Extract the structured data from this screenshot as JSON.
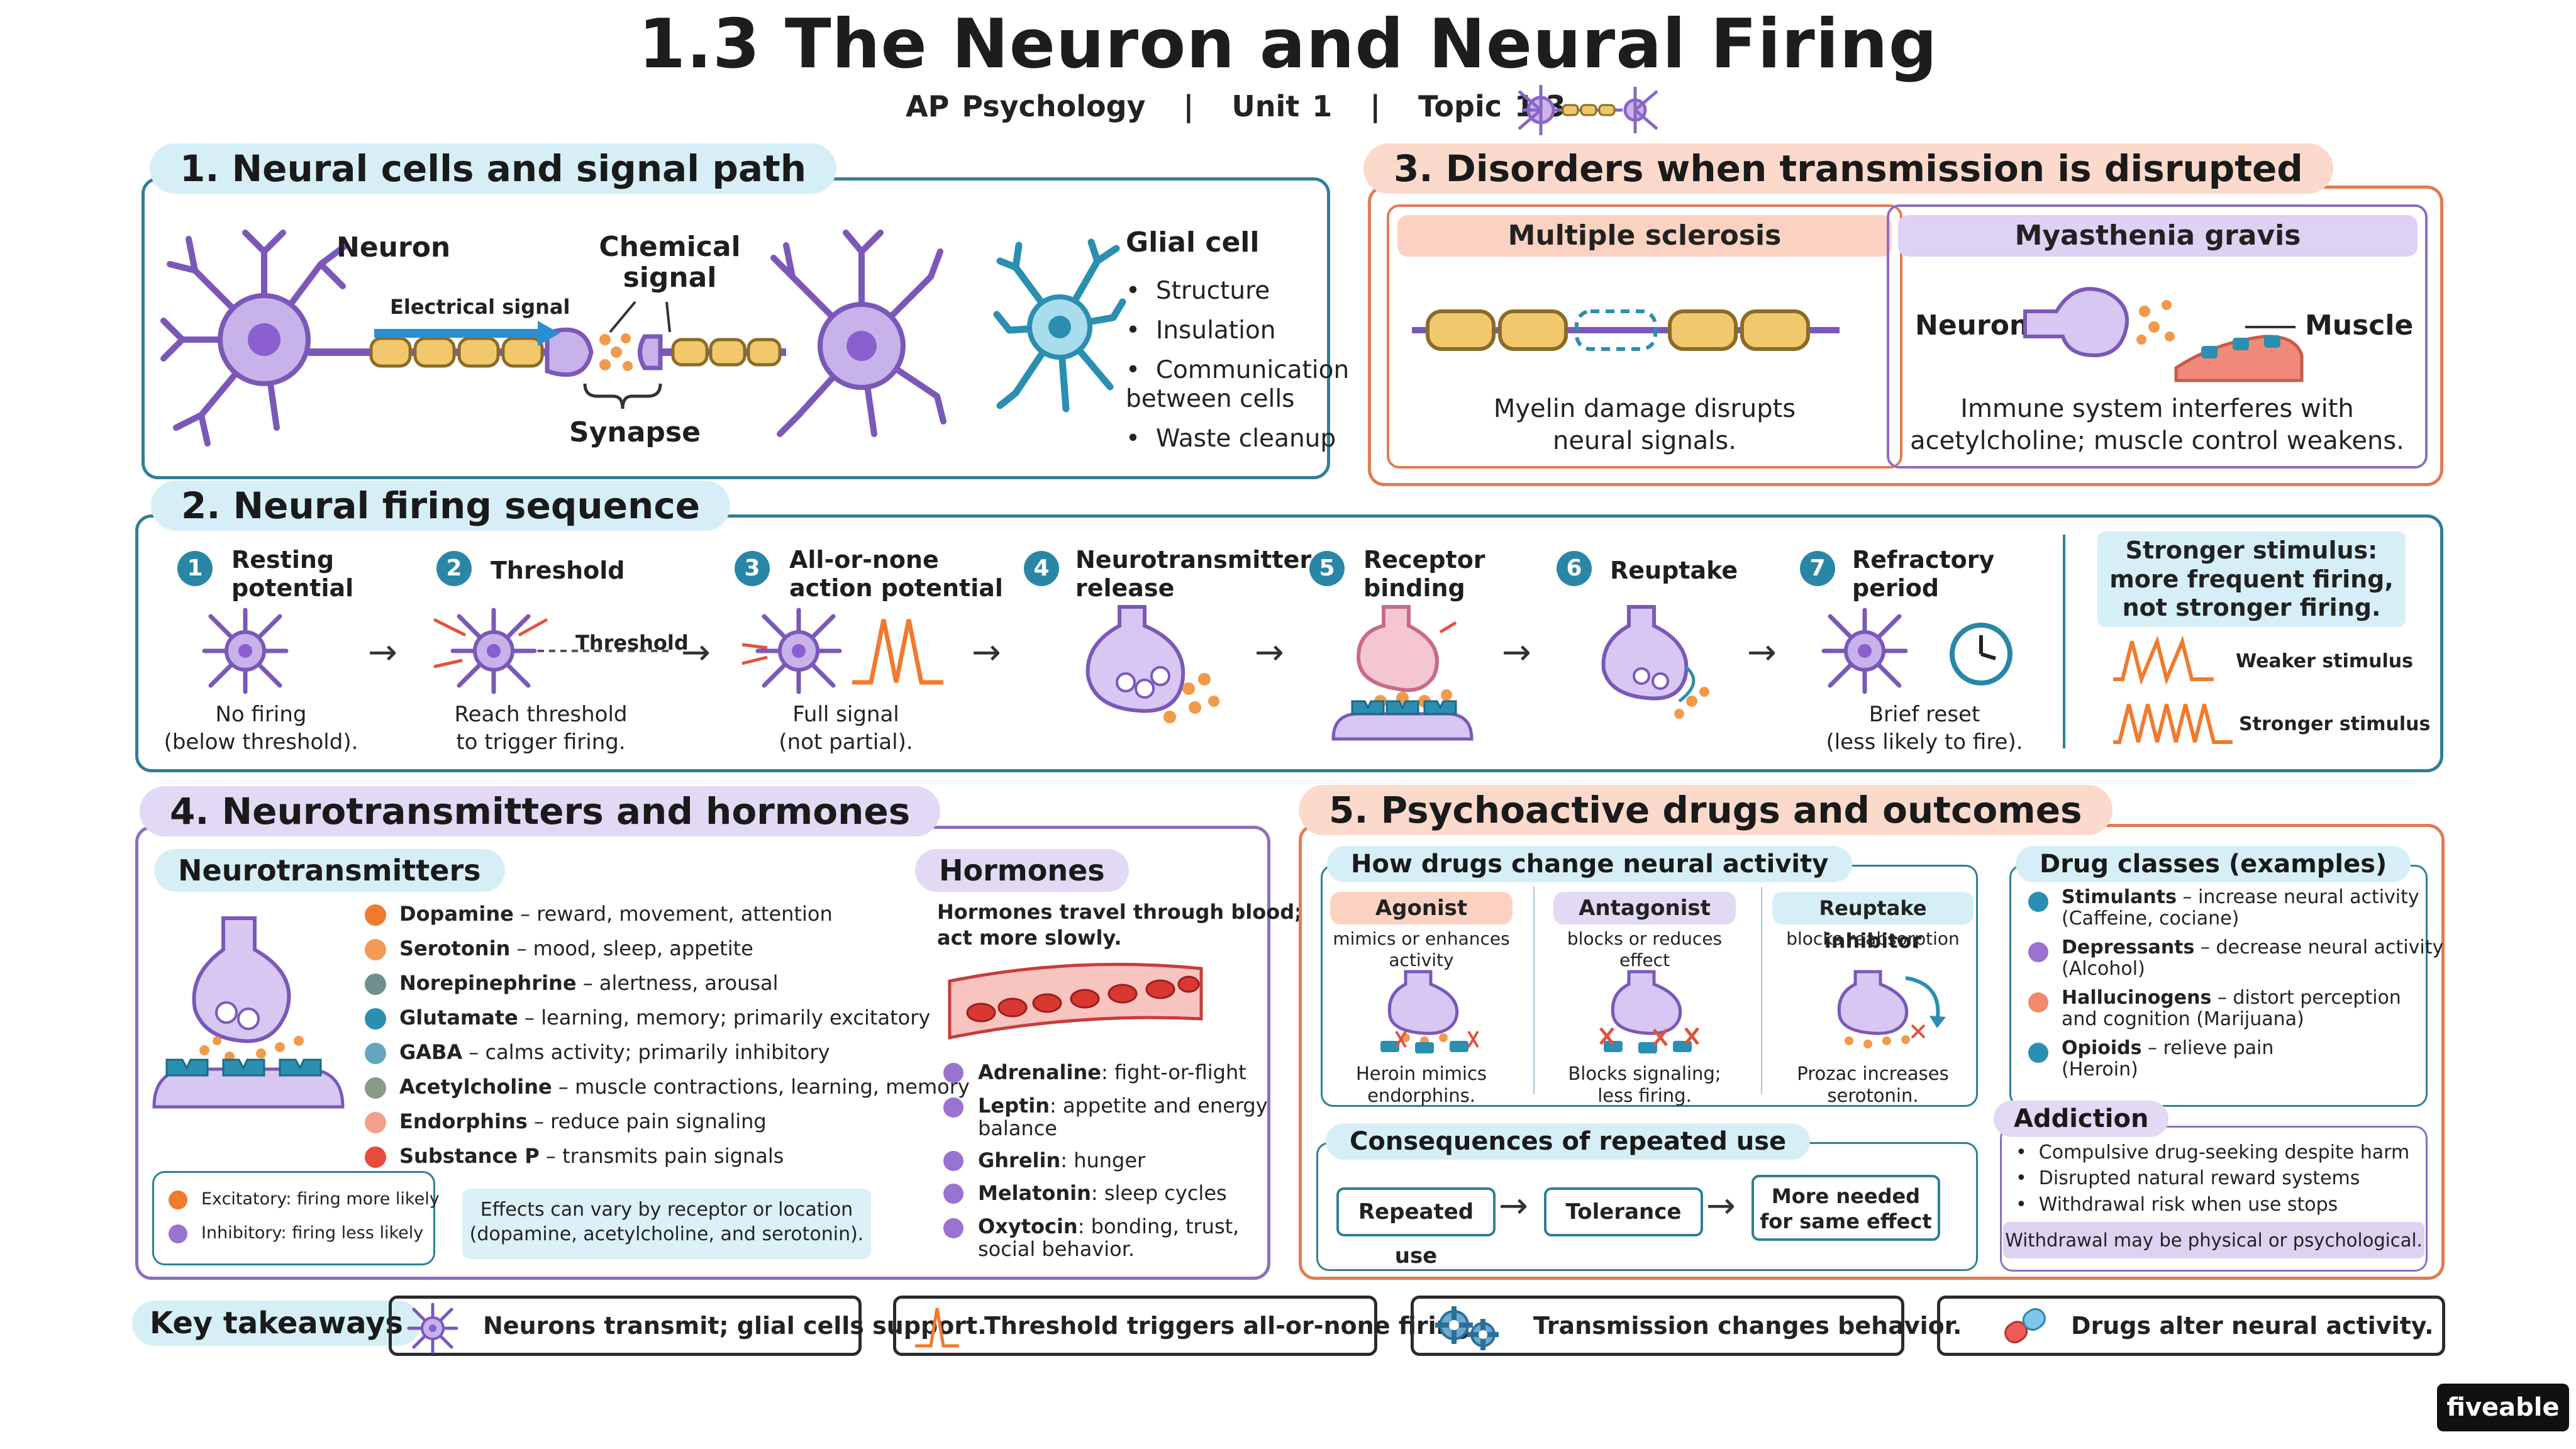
{
  "header": {
    "title": "1.3 The Neuron and Neural Firing",
    "subtitle": "AP Psychology   |   Unit 1   |   Topic 1.3"
  },
  "section1": {
    "tab": "1.  Neural cells and signal path",
    "neuron": "Neuron",
    "electrical": "Electrical signal",
    "chemical": "Chemical\nsignal",
    "synapse": "Synapse",
    "glial": "Glial cell",
    "glial_items": [
      "Structure",
      "Insulation",
      "Communication\nbetween cells",
      "Waste cleanup"
    ]
  },
  "section2": {
    "tab": "2.  Neural firing sequence",
    "steps": [
      {
        "num": "1",
        "name": "Resting\npotential",
        "caption": "No firing\n(below threshold)."
      },
      {
        "num": "2",
        "name": "Threshold",
        "caption": "Reach threshold\nto trigger firing.",
        "marker": "Threshold"
      },
      {
        "num": "3",
        "name": "All-or-none\naction potential",
        "caption": "Full signal\n(not partial)."
      },
      {
        "num": "4",
        "name": "Neurotransmitter\nrelease",
        "caption": ""
      },
      {
        "num": "5",
        "name": "Receptor\nbinding",
        "caption": ""
      },
      {
        "num": "6",
        "name": "Reuptake",
        "caption": ""
      },
      {
        "num": "7",
        "name": "Refractory\nperiod",
        "caption": "Brief reset\n(less likely to fire)."
      }
    ],
    "stimulus_note": "Stronger stimulus:\nmore frequent firing,\nnot stronger firing.",
    "weaker": "Weaker stimulus",
    "stronger": "Stronger stimulus"
  },
  "section3": {
    "tab": "3.  Disorders when transmission is disrupted",
    "ms_title": "Multiple sclerosis",
    "ms_caption": "Myelin damage disrupts\nneural signals.",
    "mg_title": "Myasthenia gravis",
    "mg_neuron": "Neuron",
    "mg_muscle": "Muscle",
    "mg_caption": "Immune system interferes with\nacetylcholine; muscle control weakens."
  },
  "section4": {
    "tab": "4.  Neurotransmitters and hormones",
    "nt_tab": "Neurotransmitters",
    "neurotransmitters": [
      {
        "name": "Dopamine",
        "desc": " – reward, movement, attention",
        "color": "#f07a2e"
      },
      {
        "name": "Serotonin",
        "desc": " – mood, sleep, appetite",
        "color": "#f29a58"
      },
      {
        "name": "Norepinephrine",
        "desc": " – alertness, arousal",
        "color": "#6f8f8f"
      },
      {
        "name": "Glutamate",
        "desc": " – learning, memory; primarily excitatory",
        "color": "#2a8fb0"
      },
      {
        "name": "GABA",
        "desc": " – calms activity; primarily inhibitory",
        "color": "#63a6bd"
      },
      {
        "name": "Acetylcholine",
        "desc": " – muscle contractions, learning, memory",
        "color": "#8a9a88"
      },
      {
        "name": "Endorphins",
        "desc": " – reduce pain signaling",
        "color": "#f4a08a"
      },
      {
        "name": "Substance P",
        "desc": " – transmits pain signals",
        "color": "#e64b3c"
      }
    ],
    "legend_excitatory": "Excitatory: firing more likely",
    "legend_inhibitory": "Inhibitory: firing less likely",
    "effects_note": "Effects can vary by receptor or location\n(dopamine, acetylcholine, and serotonin).",
    "hormones_tab": "Hormones",
    "hormones_note": "Hormones travel through blood;\nact more slowly.",
    "hormones": [
      {
        "name": "Adrenaline",
        "desc": ": fight-or-flight"
      },
      {
        "name": "Leptin",
        "desc": ": appetite and energy\nbalance"
      },
      {
        "name": "Ghrelin",
        "desc": ": hunger"
      },
      {
        "name": "Melatonin",
        "desc": ": sleep cycles"
      },
      {
        "name": "Oxytocin",
        "desc": ": bonding, trust,\nsocial behavior."
      }
    ]
  },
  "section5": {
    "tab": "5.  Psychoactive drugs and outcomes",
    "how_tab": "How drugs change neural activity",
    "agonist": {
      "title": "Agonist",
      "desc": "mimics or enhances\nactivity",
      "example": "Heroin mimics\nendorphins."
    },
    "antagonist": {
      "title": "Antagonist",
      "desc": "blocks or reduces\neffect",
      "example": "Blocks signaling;\nless firing."
    },
    "reuptake": {
      "title": "Reuptake inhibitor",
      "desc": "blocks reabsorption",
      "example": "Prozac increases\nserotonin."
    },
    "consequences_tab": "Consequences of repeated use",
    "flow": [
      "Repeated use",
      "Tolerance",
      "More needed\nfor same effect"
    ],
    "classes_tab": "Drug classes (examples)",
    "classes": [
      {
        "name": "Stimulants",
        "desc": " – increase neural activity\n(Caffeine, cociane)",
        "color": "#2a8fb0"
      },
      {
        "name": "Depressants",
        "desc": " – decrease neural activity\n(Alcohol)",
        "color": "#9a72d0"
      },
      {
        "name": "Hallucinogens",
        "desc": " – distort perception\nand cognition (Marijuana)",
        "color": "#f08a6a"
      },
      {
        "name": "Opioids",
        "desc": " – relieve pain\n(Heroin)",
        "color": "#2a8fb0"
      }
    ],
    "addiction_tab": "Addiction",
    "addiction_items": [
      "Compulsive drug-seeking despite harm",
      "Disrupted natural reward systems",
      "Withdrawal risk when use stops"
    ],
    "withdrawal_note": "Withdrawal may be physical or psychological."
  },
  "takeaways": {
    "label": "Key takeaways",
    "items": [
      "Neurons transmit; glial cells support.",
      "Threshold triggers all-or-none firing.",
      "Transmission changes behavior.",
      "Drugs alter neural activity."
    ]
  },
  "brand": "fiveable"
}
